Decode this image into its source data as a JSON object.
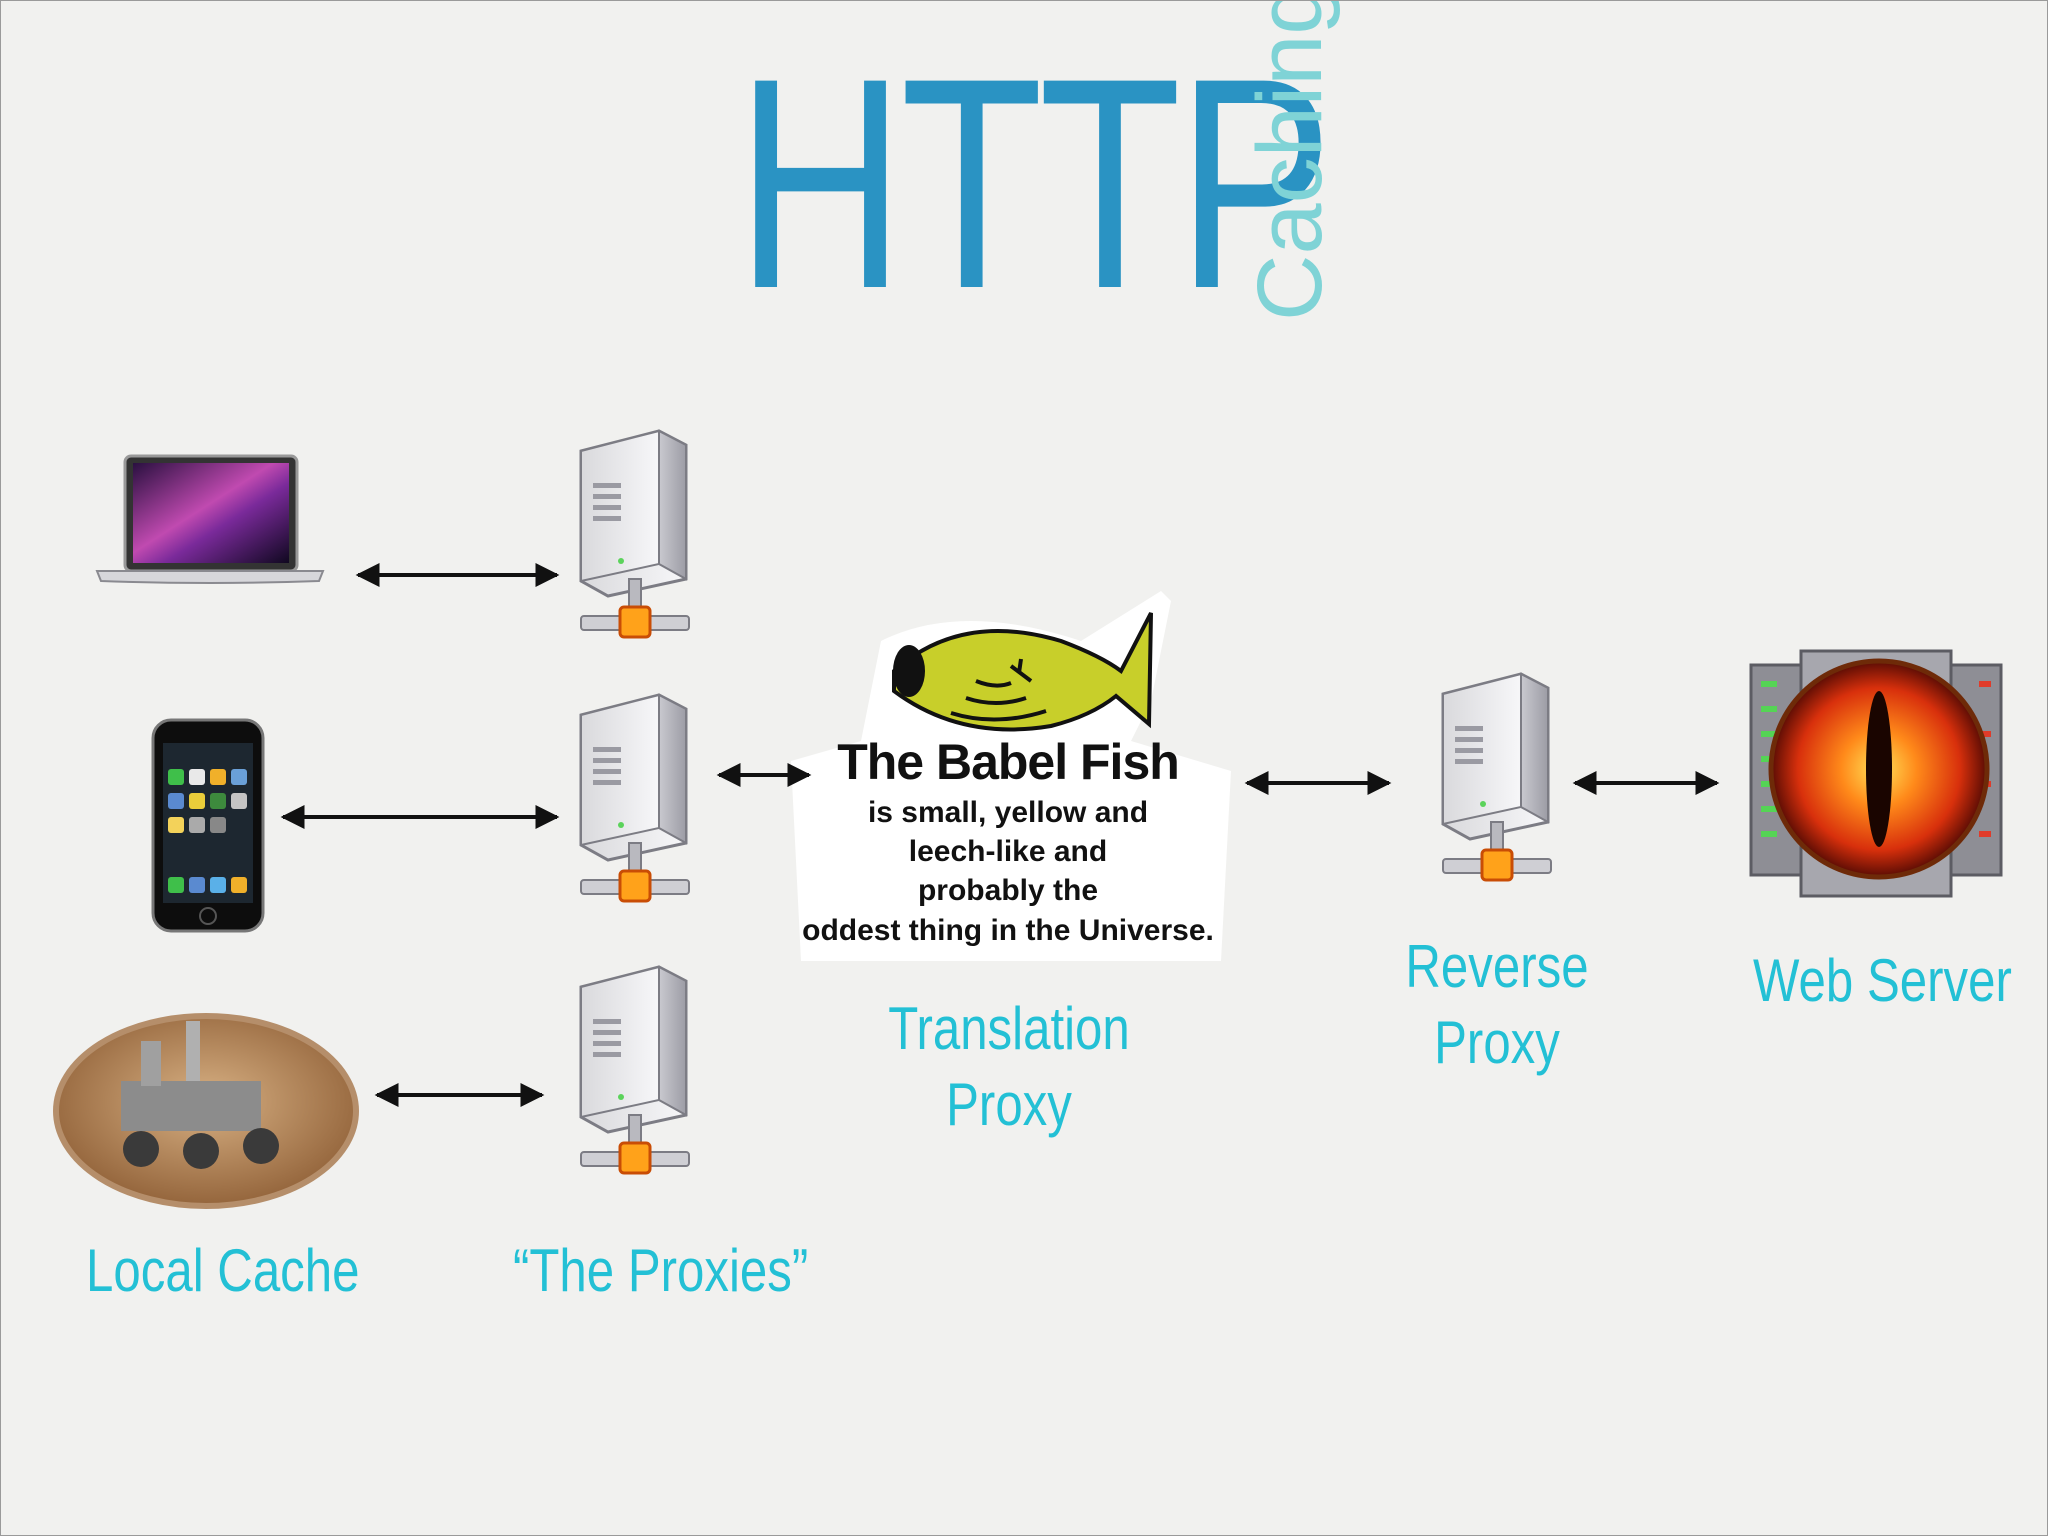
{
  "title": {
    "main": "HTTP",
    "sub": "Caching"
  },
  "labels": {
    "local_cache": "Local Cache",
    "proxies": "“The Proxies”",
    "translation_proxy_line1": "Translation",
    "translation_proxy_line2": "Proxy",
    "reverse_proxy_line1": "Reverse",
    "reverse_proxy_line2": "Proxy",
    "web_server": "Web Server"
  },
  "babel_fish": {
    "heading": "The Babel Fish",
    "lines": [
      "is small, yellow and",
      "leech-like and",
      "probably the",
      "oddest thing in the Universe."
    ]
  },
  "colors": {
    "title": "#2a93c3",
    "subtitle": "#7fd3d6",
    "labels": "#23c0d5",
    "fish": "#c8cf2a"
  }
}
